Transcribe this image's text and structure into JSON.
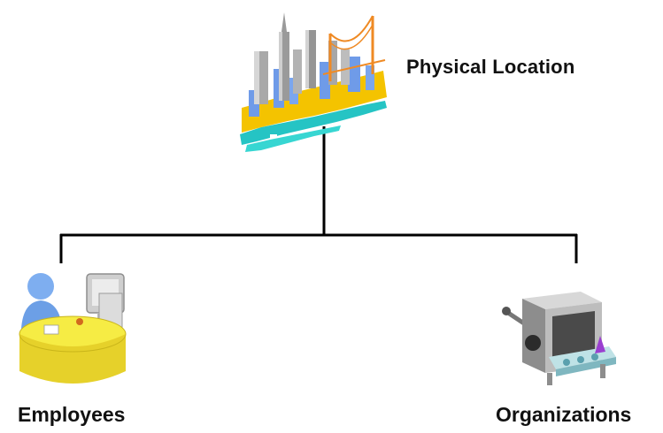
{
  "diagram": {
    "root": {
      "label": "Physical Location",
      "icon": "city-skyline-icon"
    },
    "children": [
      {
        "label": "Employees",
        "icon": "employee-desk-icon"
      },
      {
        "label": "Organizations",
        "icon": "conveyor-machine-icon"
      }
    ]
  },
  "colors": {
    "line": "#000000",
    "label": "#111111",
    "accent_yellow": "#f2c200",
    "accent_blue": "#6f9be8",
    "accent_teal": "#25c4c4",
    "accent_orange": "#ef8a24"
  }
}
